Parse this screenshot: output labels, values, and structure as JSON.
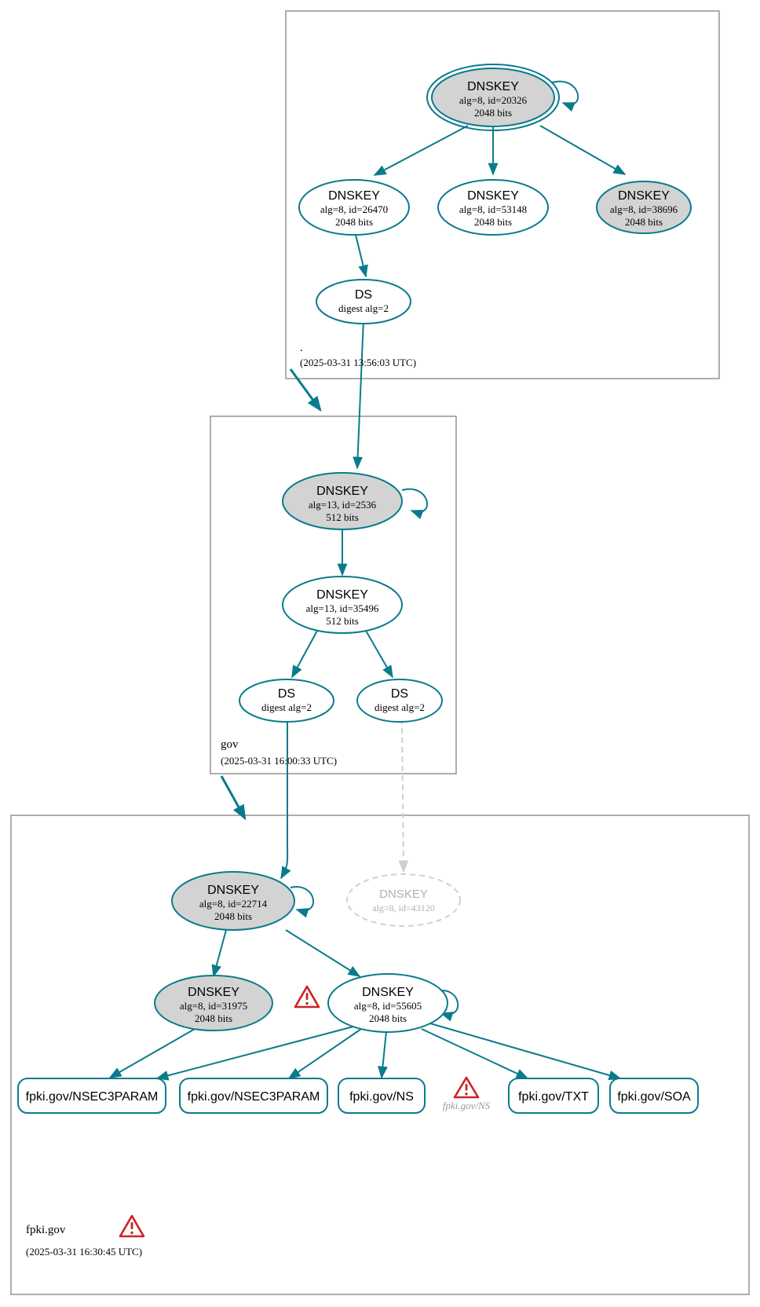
{
  "diagram": {
    "title": "DNSSEC authentication chain for fpki.gov",
    "accent_color": "#0a7b8c",
    "secure_fill": "#d3d3d3",
    "ghost_color": "#d0d0d0",
    "warning_color": "#cc2222"
  },
  "zones": [
    {
      "id": "root",
      "name": ".",
      "timestamp": "(2025-03-31 13:56:03 UTC)"
    },
    {
      "id": "gov",
      "name": "gov",
      "timestamp": "(2025-03-31 16:00:33 UTC)"
    },
    {
      "id": "fpki",
      "name": "fpki.gov",
      "timestamp": "(2025-03-31 16:30:45 UTC)"
    }
  ],
  "nodes": {
    "root_ksk": {
      "type": "DNSKEY",
      "title": "DNSKEY",
      "line1": "alg=8, id=20326",
      "line2": "2048 bits"
    },
    "root_zsk_26470": {
      "type": "DNSKEY",
      "title": "DNSKEY",
      "line1": "alg=8, id=26470",
      "line2": "2048 bits"
    },
    "root_zsk_53148": {
      "type": "DNSKEY",
      "title": "DNSKEY",
      "line1": "alg=8, id=53148",
      "line2": "2048 bits"
    },
    "root_zsk_38696": {
      "type": "DNSKEY",
      "title": "DNSKEY",
      "line1": "alg=8, id=38696",
      "line2": "2048 bits"
    },
    "root_ds": {
      "type": "DS",
      "title": "DS",
      "line1": "digest alg=2"
    },
    "gov_ksk_2536": {
      "type": "DNSKEY",
      "title": "DNSKEY",
      "line1": "alg=13, id=2536",
      "line2": "512 bits"
    },
    "gov_zsk_35496": {
      "type": "DNSKEY",
      "title": "DNSKEY",
      "line1": "alg=13, id=35496",
      "line2": "512 bits"
    },
    "gov_ds_left": {
      "type": "DS",
      "title": "DS",
      "line1": "digest alg=2"
    },
    "gov_ds_right": {
      "type": "DS",
      "title": "DS",
      "line1": "digest alg=2"
    },
    "fpki_ksk_22714": {
      "type": "DNSKEY",
      "title": "DNSKEY",
      "line1": "alg=8, id=22714",
      "line2": "2048 bits"
    },
    "fpki_ghost_43120": {
      "type": "DNSKEY",
      "title": "DNSKEY",
      "line1": "alg=8, id=43120"
    },
    "fpki_key_31975": {
      "type": "DNSKEY",
      "title": "DNSKEY",
      "line1": "alg=8, id=31975",
      "line2": "2048 bits"
    },
    "fpki_zsk_55605": {
      "type": "DNSKEY",
      "title": "DNSKEY",
      "line1": "alg=8, id=55605",
      "line2": "2048 bits"
    }
  },
  "rrsets": [
    {
      "id": "rr1",
      "label": "fpki.gov/NSEC3PARAM"
    },
    {
      "id": "rr2",
      "label": "fpki.gov/NSEC3PARAM"
    },
    {
      "id": "rr3",
      "label": "fpki.gov/NS"
    },
    {
      "id": "rr4",
      "label": "fpki.gov/TXT"
    },
    {
      "id": "rr5",
      "label": "fpki.gov/SOA"
    }
  ],
  "errors": [
    {
      "id": "err_ns",
      "label": "fpki.gov/NS"
    }
  ]
}
